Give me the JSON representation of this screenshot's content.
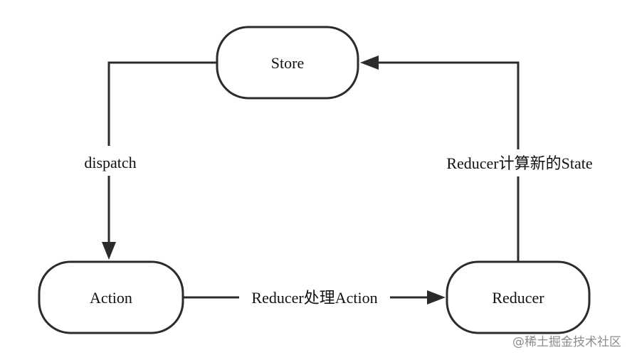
{
  "nodes": {
    "store": "Store",
    "action": "Action",
    "reducer": "Reducer"
  },
  "edges": {
    "store_to_action": "dispatch",
    "action_to_reducer": "Reducer处理Action",
    "reducer_to_store": "Reducer计算新的State"
  },
  "watermark": "@稀土掘金技术社区",
  "colors": {
    "stroke": "#2b2b2b",
    "text": "#111111",
    "watermark": "#8c8c8c"
  }
}
